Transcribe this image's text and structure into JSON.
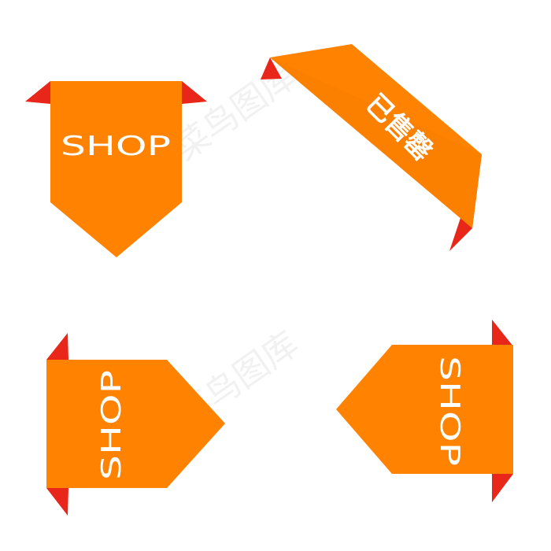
{
  "colors": {
    "ribbon": "#FF8300",
    "ribbon_shade": "#F57A00",
    "fold": "#E8261A",
    "text": "#FFFFFF",
    "background": "#FFFFFF",
    "watermark": "#E6E6E6"
  },
  "tags": [
    {
      "label": "SHOP"
    },
    {
      "label": "已售罄"
    },
    {
      "label": "SHOP"
    },
    {
      "label": "SHOP"
    }
  ],
  "watermark": "菜鸟图库"
}
